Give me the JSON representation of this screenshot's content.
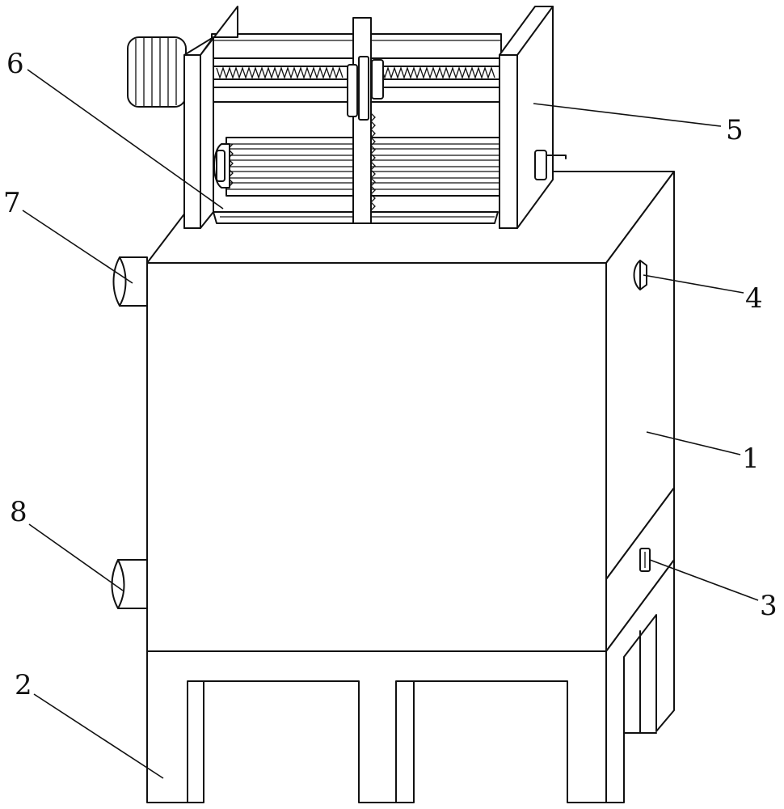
{
  "colors": {
    "line": "#111111",
    "background": "#ffffff"
  },
  "callouts": [
    {
      "id": "1",
      "label": "1"
    },
    {
      "id": "2",
      "label": "2"
    },
    {
      "id": "3",
      "label": "3"
    },
    {
      "id": "4",
      "label": "4"
    },
    {
      "id": "5",
      "label": "5"
    },
    {
      "id": "6",
      "label": "6"
    },
    {
      "id": "7",
      "label": "7"
    },
    {
      "id": "8",
      "label": "8"
    }
  ]
}
